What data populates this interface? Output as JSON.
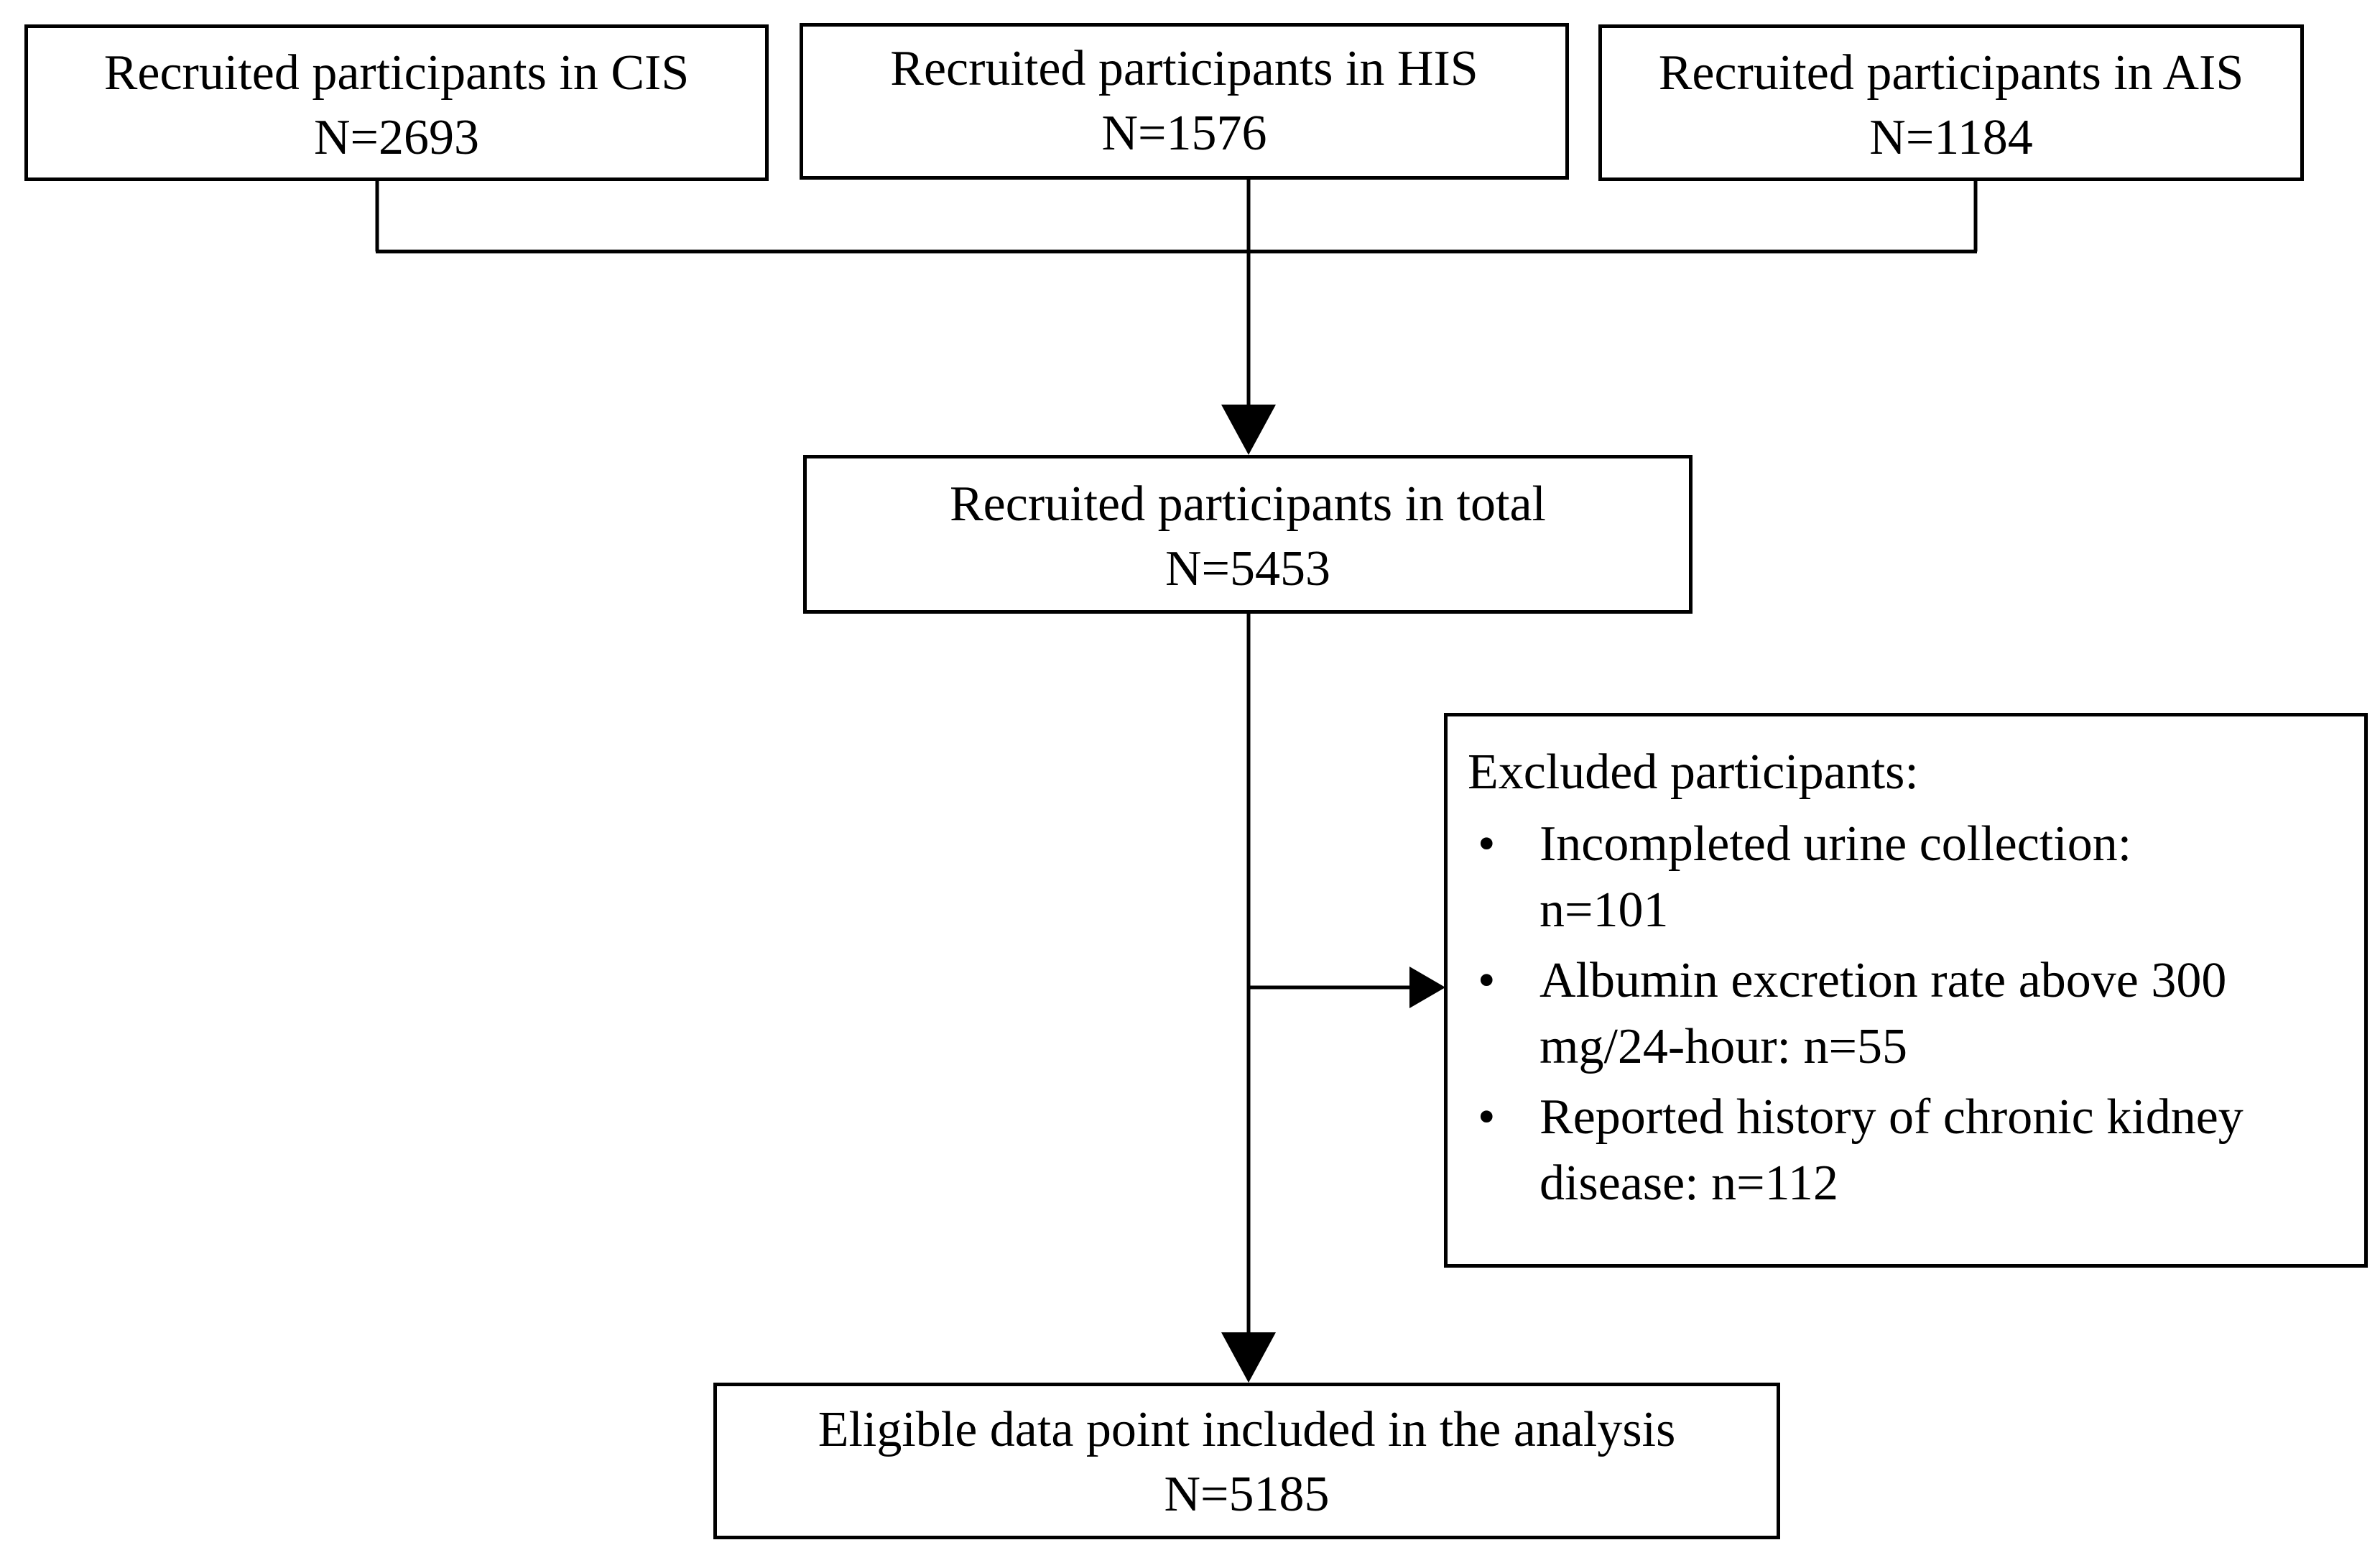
{
  "sources": [
    {
      "label": "Recruited participants in CIS",
      "count": "N=2693"
    },
    {
      "label": "Recruited participants in HIS",
      "count": "N=1576"
    },
    {
      "label": "Recruited participants in AIS",
      "count": "N=1184"
    }
  ],
  "total": {
    "label": "Recruited participants in total",
    "count": "N=5453"
  },
  "excluded": {
    "heading": "Excluded participants:",
    "items": [
      {
        "text_line1": "Incompleted urine collection:",
        "text_line2": "n=101"
      },
      {
        "text_line1": "Albumin excretion rate above 300",
        "text_line2": "mg/24-hour: n=55"
      },
      {
        "text_line1": "Reported history of chronic kidney",
        "text_line2": "disease: n=112"
      }
    ]
  },
  "final": {
    "label": "Eligible data point included in the analysis",
    "count": "N=5185"
  }
}
